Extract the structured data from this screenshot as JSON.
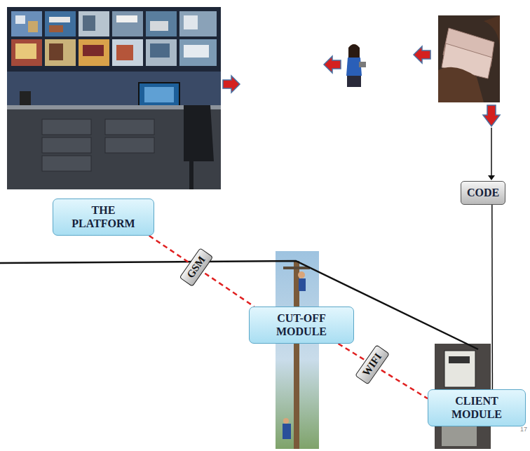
{
  "diagram": {
    "nodes": [
      {
        "text": [
          "THE PLATFORM"
        ]
      },
      {
        "text": [
          "CODE"
        ]
      },
      {
        "text": [
          "CUT-OFF MODULE"
        ]
      },
      {
        "text": [
          "CLIENT MODULE"
        ]
      }
    ],
    "edges": [
      {
        "from": 0,
        "to": 2,
        "label": "GSM",
        "arrow": "none"
      },
      {
        "from": 2,
        "to": 3,
        "label": "WIFI",
        "arrow": "none"
      },
      {
        "from": 1,
        "to": 3,
        "arrow": "none"
      }
    ],
    "labels": [
      "17"
    ]
  }
}
